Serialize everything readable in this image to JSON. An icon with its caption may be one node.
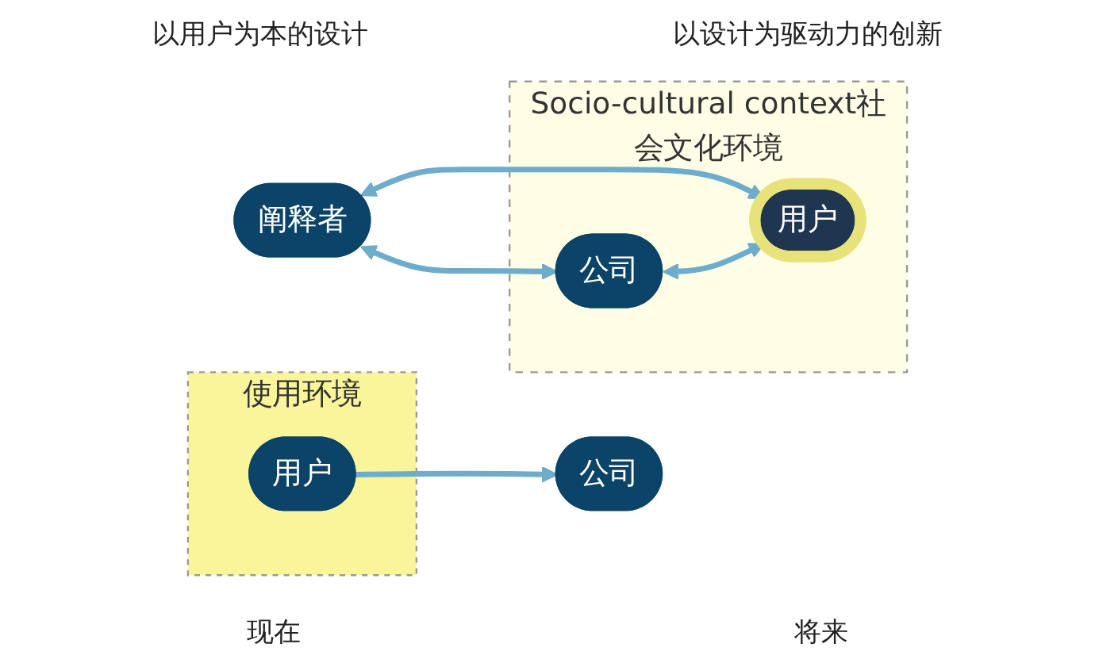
{
  "diagram": {
    "nodes": [
      {
        "text": [
          "公司"
        ]
      },
      {
        "text": [
          "使用环境"
        ]
      },
      {
        "text": [
          "用户"
        ],
        "in": 1
      },
      {
        "text": [
          "阐释者"
        ]
      },
      {
        "text": [
          "Socio-cultural context社会文化环境"
        ]
      },
      {
        "text": [
          "公司"
        ],
        "in": 4
      },
      {
        "text": [
          "用户"
        ],
        "in": 4
      }
    ],
    "edges": [
      {
        "from": 2,
        "to": 0,
        "arrow": "to"
      },
      {
        "from": 3,
        "to": 5,
        "arrow": "both"
      },
      {
        "from": 3,
        "to": 6,
        "arrow": "both"
      },
      {
        "from": 5,
        "to": 6,
        "arrow": "both"
      }
    ],
    "labels": [
      "以用户为本的设计",
      "以设计为驱动力的创新",
      "现在",
      "将来"
    ]
  }
}
